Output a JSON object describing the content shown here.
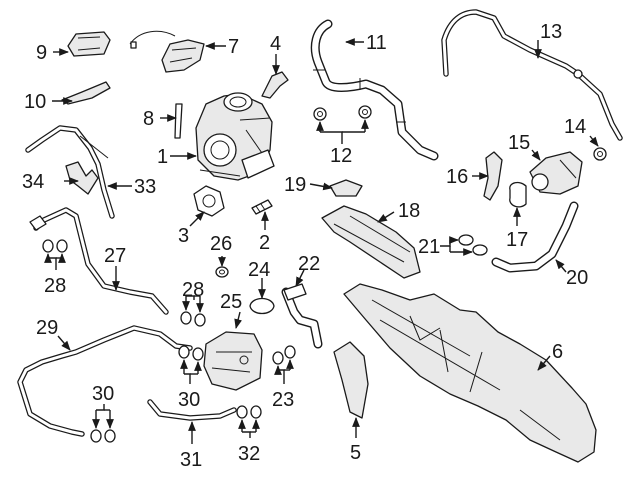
{
  "callouts": {
    "c1": "1",
    "c2": "2",
    "c3": "3",
    "c4": "4",
    "c5": "5",
    "c6": "6",
    "c7": "7",
    "c8": "8",
    "c9": "9",
    "c10": "10",
    "c11": "11",
    "c12": "12",
    "c13": "13",
    "c14": "14",
    "c15": "15",
    "c16": "16",
    "c17": "17",
    "c18": "18",
    "c19": "19",
    "c20": "20",
    "c21": "21",
    "c22": "22",
    "c23": "23",
    "c24": "24",
    "c25": "25",
    "c26": "26",
    "c27": "27",
    "c28a": "28",
    "c28b": "28",
    "c29": "29",
    "c30a": "30",
    "c30b": "30",
    "c31": "31",
    "c32": "32",
    "c33": "33",
    "c34": "34"
  }
}
